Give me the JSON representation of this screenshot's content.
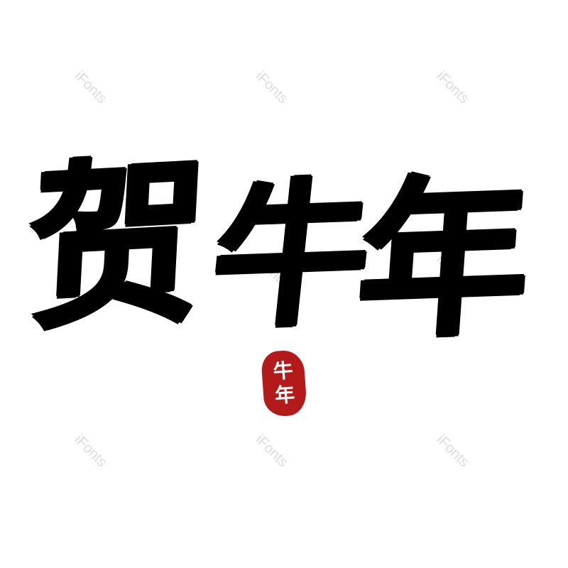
{
  "watermarks": {
    "text": "iFonts",
    "color": "#dcdcdc"
  },
  "artwork": {
    "characters": [
      "贺",
      "牛",
      "年"
    ],
    "ink_color": "#000000"
  },
  "seal": {
    "text_top": "牛",
    "text_bottom": "年",
    "color": "#b31b1b"
  }
}
